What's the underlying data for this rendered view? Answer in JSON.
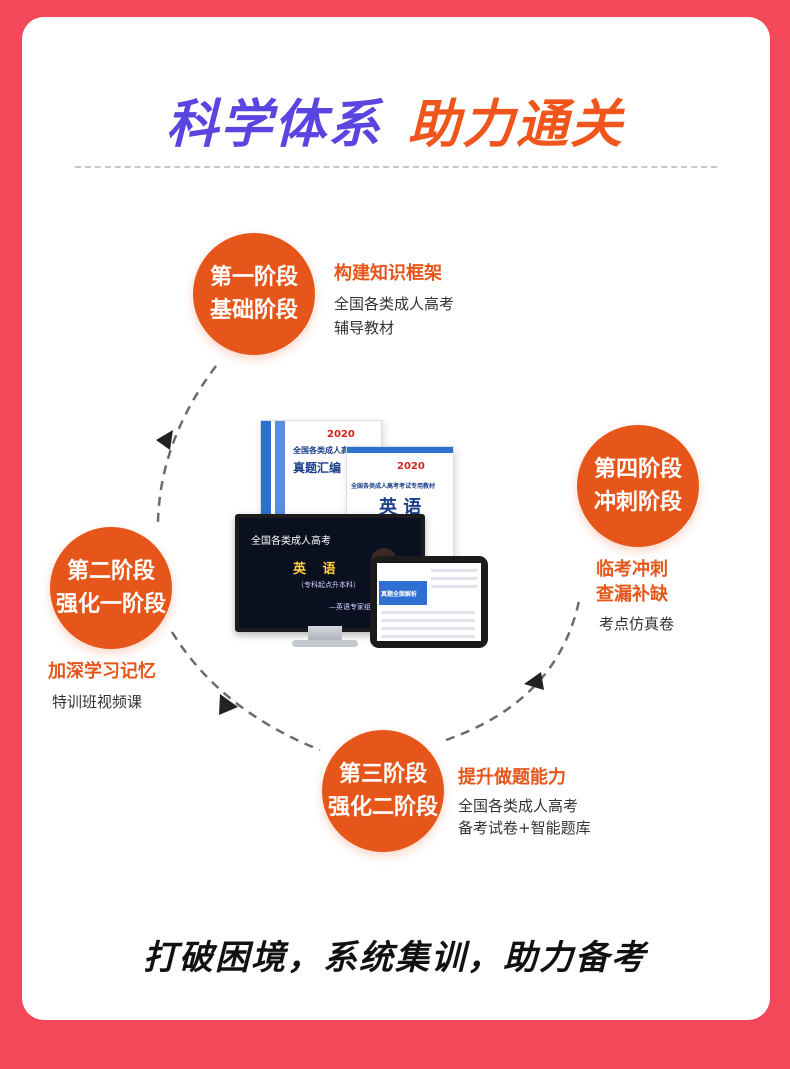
{
  "title": {
    "part1": "科学体系",
    "part2": "助力通关"
  },
  "stages": [
    {
      "line1": "第一阶段",
      "line2": "基础阶段",
      "heading": "构建知识框架",
      "desc1": "全国各类成人高考",
      "desc2": "辅导教材"
    },
    {
      "line1": "第二阶段",
      "line2": "强化一阶段",
      "heading": "加深学习记忆",
      "desc1": "特训班视频课"
    },
    {
      "line1": "第三阶段",
      "line2": "强化二阶段",
      "heading": "提升做题能力",
      "desc1": "全国各类成人高考",
      "desc2": "备考试卷+智能题库"
    },
    {
      "line1": "第四阶段",
      "line2": "冲刺阶段",
      "heading1": "临考冲刺",
      "heading2": "查漏补缺",
      "desc1": "考点仿真卷"
    }
  ],
  "product": {
    "book_year": "2020",
    "book_back_title": "真题汇编",
    "book_series": "全国各类成人高考",
    "book_front_series": "全国各类成人高考考试专用教材",
    "book_subject": "英 语",
    "monitor_title": "全国各类成人高考",
    "monitor_subject": "英 语",
    "monitor_sub": "（专科起点升本科）",
    "monitor_teacher": "—英语专家组",
    "tablet_header": "真题全面解析"
  },
  "footer": "打破困境，系统集训，助力备考",
  "colors": {
    "background": "#f2485a",
    "accent": "#e6561a",
    "title_blue": "#5b45e0",
    "title_orange": "#f0561c"
  }
}
